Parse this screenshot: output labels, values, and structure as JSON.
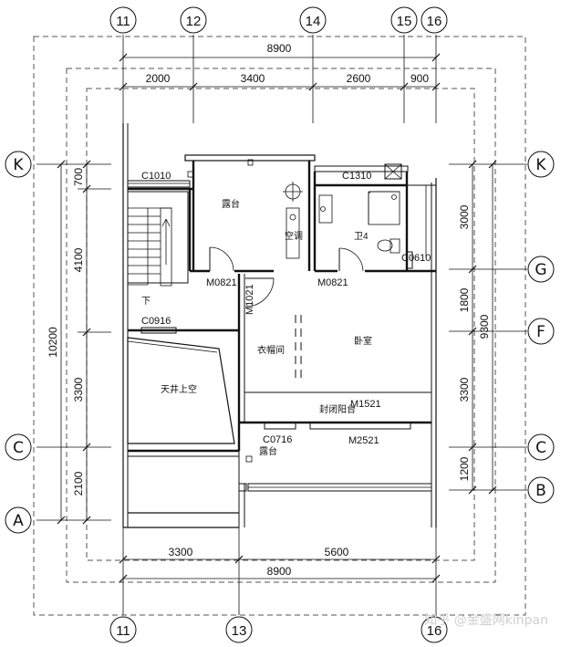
{
  "axes_top": [
    "11",
    "12",
    "14",
    "15",
    "16"
  ],
  "axes_bottom": [
    "11",
    "13",
    "16"
  ],
  "axes_left": [
    "K",
    "C",
    "A"
  ],
  "axes_right": [
    "K",
    "G",
    "F",
    "C",
    "B"
  ],
  "dims_top": {
    "total": "8900",
    "seg1": "2000",
    "seg2": "3400",
    "seg3": "2600",
    "seg4": "900"
  },
  "dims_bottom": {
    "total": "8900",
    "seg1": "3300",
    "seg2": "5600"
  },
  "dims_left": {
    "total": "10200",
    "seg1": "700",
    "seg2": "4100",
    "seg3": "3300",
    "seg4": "2100"
  },
  "dims_right": {
    "total": "9300",
    "seg1": "3000",
    "seg2": "1800",
    "seg3": "3300",
    "seg4": "1200"
  },
  "labels": {
    "c1010": "C1010",
    "c1310": "C1310",
    "c0610": "C0610",
    "c0916": "C0916",
    "c0716": "C0716",
    "m0821a": "M0821",
    "m0821b": "M0821",
    "m1021": "M1021",
    "m1521": "M1521",
    "m2521": "M2521"
  },
  "rooms": {
    "terrace_top": "露台",
    "ac": "空调",
    "bath": "卫4",
    "down": "下",
    "closet": "衣帽间",
    "bedroom": "卧室",
    "courtyard": "天井上空",
    "enclosed_balcony": "封闭阳台",
    "terrace_bottom": "露台"
  },
  "watermark": "知乎 @金盛网kinpan"
}
